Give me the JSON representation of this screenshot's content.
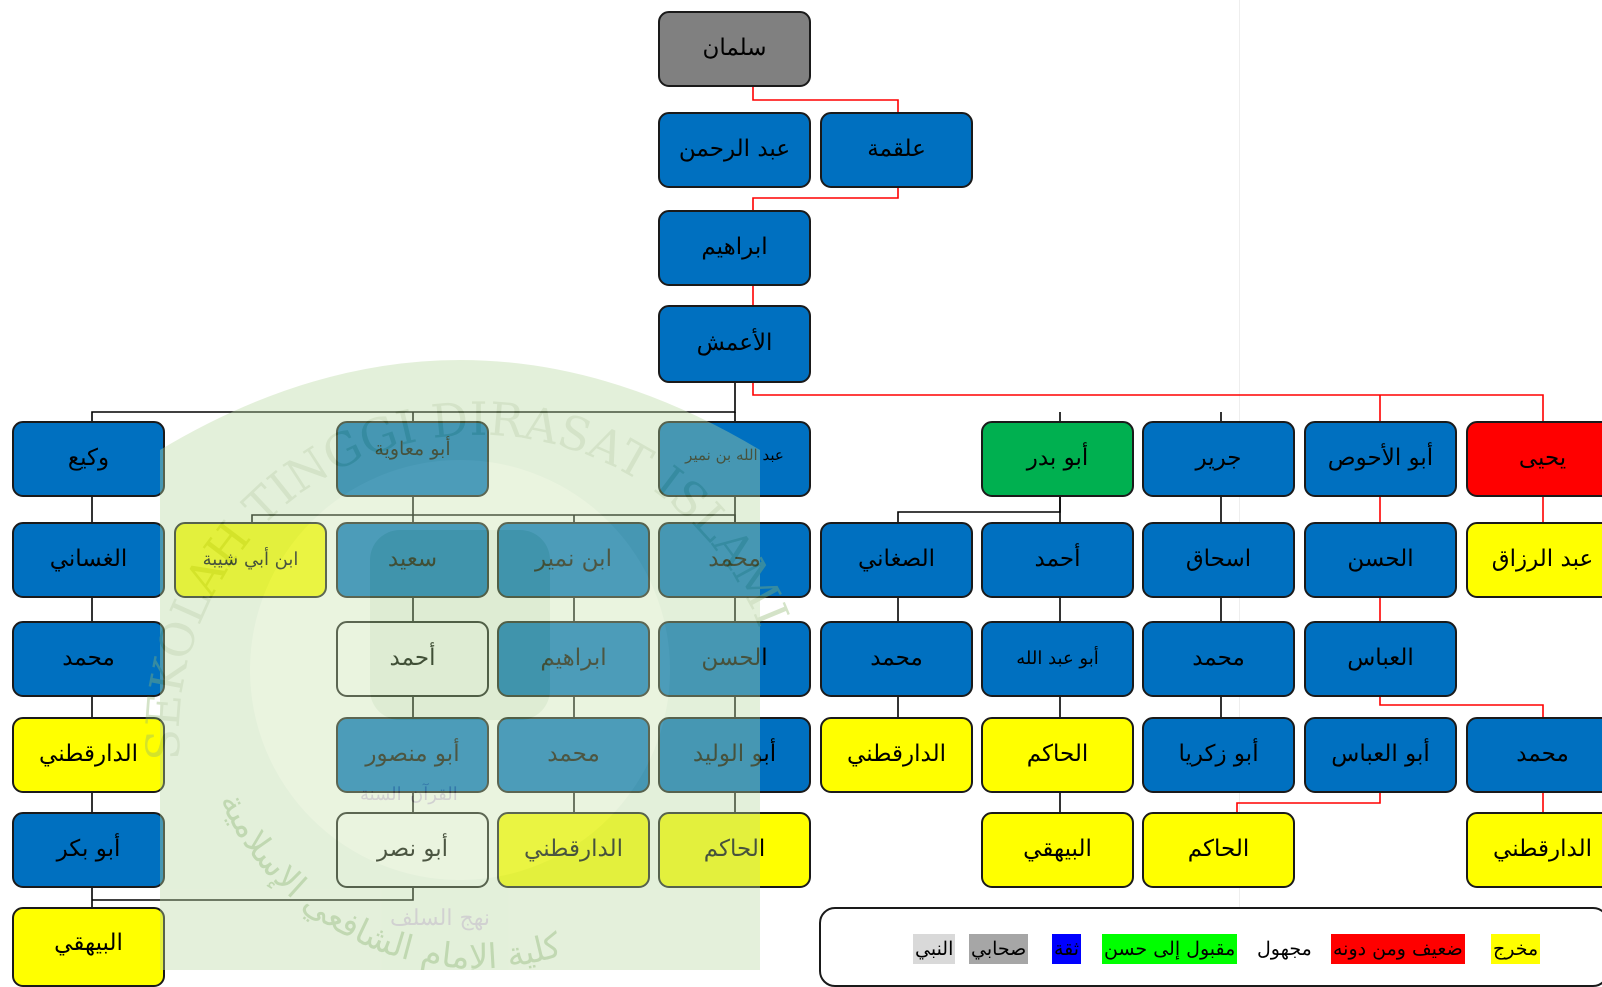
{
  "nodes": {
    "salman": "سلمان",
    "abdulrahman": "عبد الرحمن",
    "alqama": "علقمة",
    "ibrahim": "ابراهيم",
    "aamash": "الأعمش",
    "waki": "وكيع",
    "abu_muawiya": "أبو معاوية",
    "abdullah_ibn_numayr": "عبد الله بن نمير",
    "abu_badr": "أبو بدر",
    "jarir": "جرير",
    "abu_ahwas": "أبو الأحوص",
    "yahya": "يحيى",
    "ghassani": "الغساني",
    "ibn_abi_shayba": "ابن أبي شيبة",
    "saeed": "سعيد",
    "ibn_numayr": "ابن نمير",
    "muhammad_2": "محمد",
    "saghani": "الصغاني",
    "ahmad_badr": "أحمد",
    "ishaq": "اسحاق",
    "hasan_ahwas": "الحسن",
    "abdulrazzaq": "عبد الرزاق",
    "muhammad_waki": "محمد",
    "ahmad_saeed": "أحمد",
    "ibrahim_numayr": "ابراهيم",
    "hasan_2": "الحسن",
    "muhammad_saghani": "محمد",
    "abu_abdullah": "أبو عبد الله",
    "muhammad_ishaq": "محمد",
    "abbas": "العباس",
    "daraqutni_waki": "الدارقطني",
    "abu_mansur": "أبو منصور",
    "muhammad_ibrahim": "محمد",
    "abu_walid": "أبو الوليد",
    "daraqutni_saghani": "الدارقطني",
    "hakim_abdullah": "الحاكم",
    "abu_zakariya": "أبو زكريا",
    "abu_abbas": "أبو العباس",
    "muhammad_abbas": "محمد",
    "abu_bakr": "أبو بكر",
    "abu_nasr": "أبو نصر",
    "daraqutni_ibrahim": "الدارقطني",
    "hakim_walid": "الحاكم",
    "bayhaqi_hakim": "البيهقي",
    "hakim_zakariya": "الحاكم",
    "daraqutni_abbas": "الدارقطني",
    "bayhaqi_bakr": "البيهقي"
  },
  "legend": {
    "mukharrij": "مخرج",
    "daif": "ضعيف ومن دونه",
    "majhul": "مجهول",
    "maqbul": "مقبول إلى حسن",
    "thiqa": "ثقة",
    "sahabi": "صحابي",
    "nabi": "النبي"
  },
  "watermark": {
    "arc_text": "SEKOLAH TINGGI DIRASAT ISLAMIYAH IMAM SYAFI'I",
    "arabic_text": "كلية الإمام الشافعي الإسلامية",
    "book_left": "القرآن",
    "book_right": "السنة",
    "motto": "نهج السلف"
  },
  "colors": {
    "thiqa": "#0070c0",
    "mukharrij": "#ffff00",
    "daif": "#ff0000",
    "maqbul": "#00b050",
    "sahabi": "#808080",
    "nabi": "#d9d9d9",
    "main_chain": "#ff0000",
    "other_chains": "#000000"
  }
}
